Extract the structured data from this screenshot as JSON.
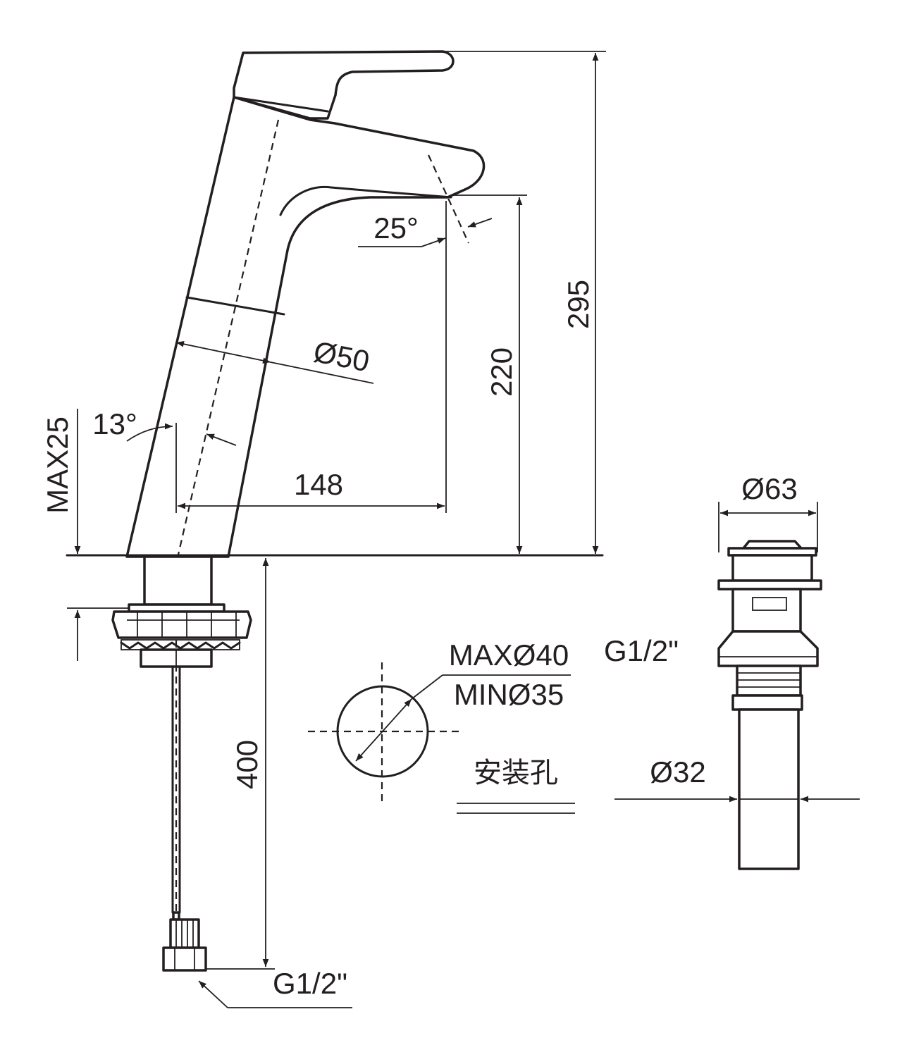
{
  "labels": {
    "height_total": "295",
    "height_spout": "220",
    "reach": "148",
    "diameter_body": "Ø50",
    "angle_spout": "25°",
    "angle_body": "13°",
    "max_deck": "MAX25",
    "hose_length": "400",
    "hose_thread": "G1/2\"",
    "hole_max": "MAXØ40",
    "hole_min": "MINØ35",
    "hole_caption": "安装孔",
    "waste_diameter_top": "Ø63",
    "waste_thread": "G1/2\"",
    "waste_diameter_tail": "Ø32"
  }
}
